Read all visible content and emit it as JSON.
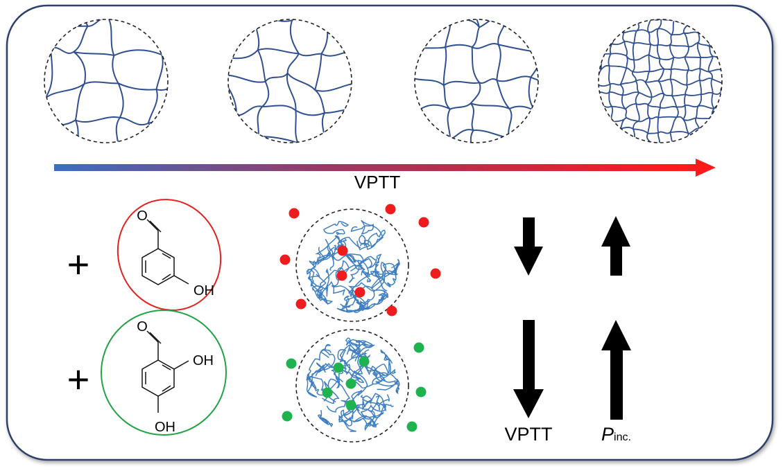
{
  "labels": {
    "gradient_axis": "VPTT",
    "col_vptt": "VPTT",
    "col_p_italic": "P",
    "col_p_sub": "inc."
  },
  "molecules": {
    "top": {
      "aldehyde_label": "O",
      "hydroxyl_label": "OH",
      "ring_color": "#e32222"
    },
    "bottom": {
      "aldehyde_label": "O",
      "hydroxyl_top_label": "OH",
      "hydroxyl_bottom_label": "OH",
      "ring_color": "#22a245"
    }
  },
  "plus_sign": "+",
  "colors": {
    "frame": "#2e3f6b",
    "network": "#2f4f8f",
    "coil": "#3f7fc1",
    "gradient_start": "#3a6fc2",
    "gradient_end": "#ff1a1a",
    "dot_red": "#ee1c1c",
    "dot_green": "#1fb34f"
  },
  "icons": [
    "plus-icon",
    "arrow-down-icon",
    "arrow-up-icon",
    "gradient-arrow-icon"
  ]
}
